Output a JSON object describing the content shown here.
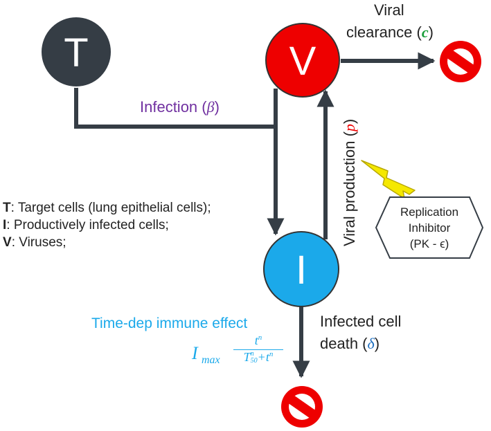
{
  "nodes": {
    "T": {
      "letter": "T",
      "color": "#353d45"
    },
    "V": {
      "letter": "V",
      "color": "#ee0000"
    },
    "I": {
      "letter": "I",
      "color": "#1ba9ea"
    }
  },
  "edges": {
    "infection": {
      "label": "Infection (",
      "symbol": "β",
      "close": ")",
      "color": "#7030a0"
    },
    "clearance": {
      "line1": "Viral",
      "line2": "clearance (",
      "symbol": "c",
      "close": ")",
      "symbol_color": "#1a9e3a"
    },
    "production": {
      "label": "Viral production (",
      "symbol": "p",
      "close": ")",
      "symbol_color": "#ee0000"
    },
    "death": {
      "line1": "Infected cell",
      "line2": "death (",
      "symbol": "δ",
      "close": ")",
      "symbol_color": "#1f6fc0"
    },
    "immune": {
      "title": "Time-dep immune effect",
      "formula_base": "I",
      "formula_sub": "max",
      "numerator": "t",
      "numerator_sup": "n",
      "denominator": "T",
      "denominator_sup": "n",
      "denominator_sub": "50",
      "denominator_tail": "+t",
      "denominator_tail_sup": "n",
      "color": "#1ba9ea"
    }
  },
  "inhibitor": {
    "line1": "Replication",
    "line2": "Inhibitor",
    "line3": "(PK - ϵ)"
  },
  "legend": [
    {
      "key": "T",
      "text": ": Target cells (lung epithelial cells);"
    },
    {
      "key": "I",
      "text": ": Productively infected cells;"
    },
    {
      "key": "V",
      "text": ": Viruses;"
    }
  ],
  "colors": {
    "arrow": "#353d45",
    "no_sign": "#ee0000",
    "lightning": "#f5e800"
  }
}
